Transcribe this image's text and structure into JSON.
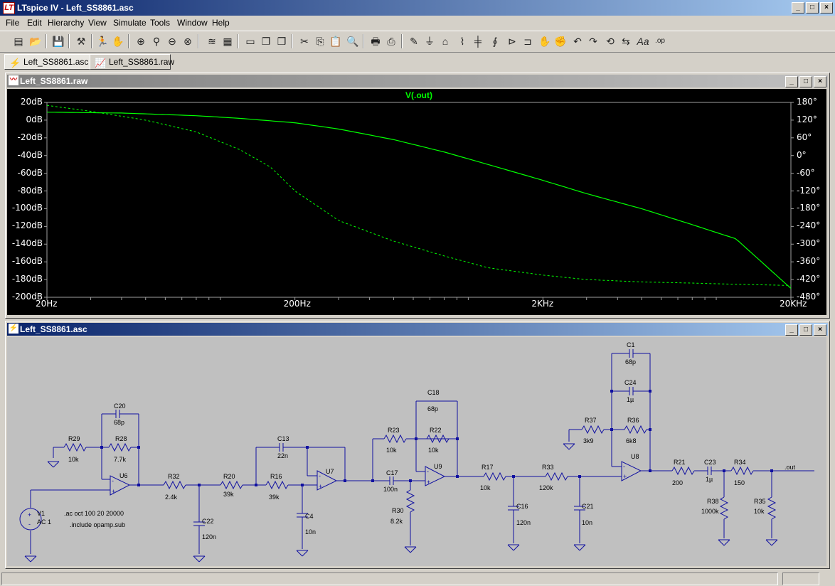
{
  "window": {
    "title": "LTspice IV - Left_SS8861.asc"
  },
  "menu": [
    "File",
    "Edit",
    "Hierarchy",
    "View",
    "Simulate",
    "Tools",
    "Window",
    "Help"
  ],
  "tabs": [
    {
      "label": "Left_SS8861.asc",
      "active": true
    },
    {
      "label": "Left_SS8861.raw",
      "active": false
    }
  ],
  "plot_window": {
    "title": "Left_SS8861.raw"
  },
  "schematic_window": {
    "title": "Left_SS8861.asc"
  },
  "chart_data": {
    "type": "line",
    "title": "V(.out)",
    "x_scale": "log",
    "x_ticks": [
      "20Hz",
      "200Hz",
      "2KHz",
      "20KHz"
    ],
    "xlim": [
      20,
      20000
    ],
    "y_ticks": [
      "20dB",
      "0dB",
      "-20dB",
      "-40dB",
      "-60dB",
      "-80dB",
      "-100dB",
      "-120dB",
      "-140dB",
      "-160dB",
      "-180dB",
      "-200dB"
    ],
    "ylim": [
      -200,
      20
    ],
    "y2_ticks": [
      "180°",
      "120°",
      "60°",
      "0°",
      "-60°",
      "-120°",
      "-180°",
      "-240°",
      "-300°",
      "-360°",
      "-420°",
      "-480°"
    ],
    "y2lim": [
      -480,
      180
    ],
    "grid": false,
    "color": "#00ff00",
    "series": [
      {
        "kind": "magnitude",
        "style": "solid",
        "axis": "left",
        "x": [
          20,
          40,
          80,
          120,
          200,
          300,
          500,
          800,
          1200,
          2000,
          3000,
          5000,
          8000,
          12000,
          20000
        ],
        "y": [
          9,
          8,
          5,
          2,
          -3,
          -10,
          -22,
          -36,
          -50,
          -68,
          -83,
          -100,
          -118,
          -134,
          -190
        ]
      },
      {
        "kind": "phase",
        "style": "dashed",
        "axis": "right",
        "x": [
          20,
          30,
          50,
          80,
          120,
          160,
          200,
          300,
          500,
          800,
          1200,
          2000,
          3000,
          5000,
          8000,
          12000,
          20000
        ],
        "y": [
          170,
          150,
          120,
          80,
          20,
          -40,
          -120,
          -220,
          -290,
          -340,
          -380,
          -405,
          -420,
          -428,
          -432,
          -436,
          -440
        ]
      }
    ]
  },
  "schematic": {
    "components": [
      {
        "ref": "C20",
        "value": "68p"
      },
      {
        "ref": "R29",
        "value": "10k"
      },
      {
        "ref": "R28",
        "value": "7.7k"
      },
      {
        "ref": "U6"
      },
      {
        "ref": "R32",
        "value": "2.4k"
      },
      {
        "ref": "C22",
        "value": "120n"
      },
      {
        "ref": "R20",
        "value": "39k"
      },
      {
        "ref": "C13",
        "value": "22n"
      },
      {
        "ref": "R16",
        "value": "39k"
      },
      {
        "ref": "C4",
        "value": "10n"
      },
      {
        "ref": "U7"
      },
      {
        "ref": "R23",
        "value": "10k"
      },
      {
        "ref": "C18",
        "value": "68p"
      },
      {
        "ref": "R22",
        "value": "10k"
      },
      {
        "ref": "C17",
        "value": "100n"
      },
      {
        "ref": "R30",
        "value": "8.2k"
      },
      {
        "ref": "U9"
      },
      {
        "ref": "R17",
        "value": "10k"
      },
      {
        "ref": "C16",
        "value": "120n"
      },
      {
        "ref": "R33",
        "value": "120k"
      },
      {
        "ref": "C21",
        "value": "10n"
      },
      {
        "ref": "C1",
        "value": "68p"
      },
      {
        "ref": "C24",
        "value": "1µ"
      },
      {
        "ref": "R37",
        "value": "3k9"
      },
      {
        "ref": "R36",
        "value": "6k8"
      },
      {
        "ref": "U8"
      },
      {
        "ref": "R21",
        "value": "200"
      },
      {
        "ref": "C23",
        "value": "1µ"
      },
      {
        "ref": "R34",
        "value": "150"
      },
      {
        "ref": "R38",
        "value": "1000k"
      },
      {
        "ref": "R35",
        "value": "10k"
      },
      {
        "ref": "V1",
        "value": "AC 1"
      }
    ],
    "directives": [
      ".ac oct 100 20 20000",
      ".include opamp.sub"
    ],
    "net_label": ".out"
  }
}
